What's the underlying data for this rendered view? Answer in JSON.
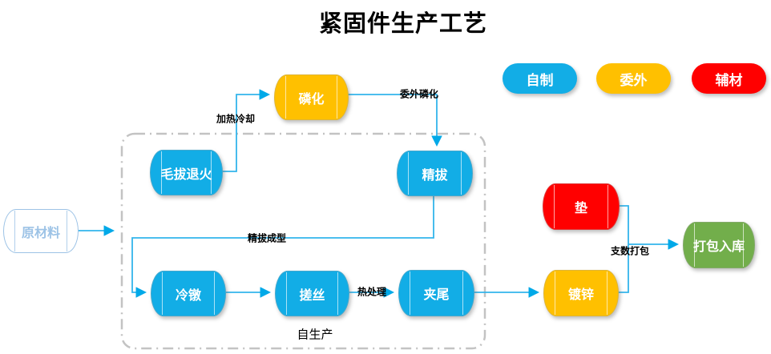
{
  "title": "紧固件生产工艺",
  "legend": [
    {
      "label": "自制",
      "color": "#12ADE6"
    },
    {
      "label": "委外",
      "color": "#FFC000"
    },
    {
      "label": "辅材",
      "color": "#FF0000"
    }
  ],
  "nodes": [
    {
      "label": "原材料",
      "category": "input"
    },
    {
      "label": "毛拔退火",
      "category": "self"
    },
    {
      "label": "磷化",
      "category": "outsourced"
    },
    {
      "label": "精拔",
      "category": "self"
    },
    {
      "label": "冷镦",
      "category": "self"
    },
    {
      "label": "搓丝",
      "category": "self"
    },
    {
      "label": "夹尾",
      "category": "self"
    },
    {
      "label": "镀锌",
      "category": "outsourced"
    },
    {
      "label": "垫",
      "category": "auxiliary"
    },
    {
      "label": "打包入库",
      "category": "output"
    }
  ],
  "flow_labels": [
    {
      "label": "加热冷却"
    },
    {
      "label": "委外磷化"
    },
    {
      "label": "精拔成型"
    },
    {
      "label": "热处理"
    },
    {
      "label": "支数打包"
    }
  ],
  "group": {
    "label": "自生产"
  },
  "colors": {
    "node_blue": "#12ADE6",
    "node_orange": "#FFC000",
    "node_red": "#FF0000",
    "node_green": "#72AE4B",
    "connector": "#33B5EB",
    "arrowhead": "#00A9E8",
    "raw_material_outline": "#9DC3E6",
    "group_border": "#C3C3C3"
  }
}
